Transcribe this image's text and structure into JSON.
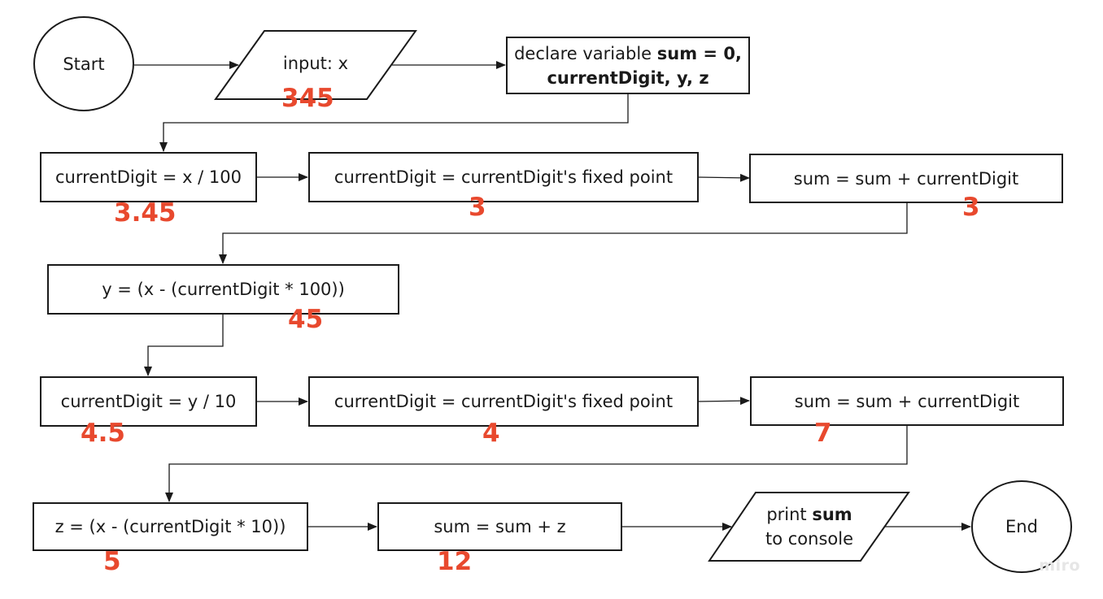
{
  "colors": {
    "stroke": "#1a1a1a",
    "annotation": "#e8492e",
    "watermark": "#e6e6e6"
  },
  "nodes": {
    "start": "Start",
    "input": "input: x",
    "declare_pre": "declare variable ",
    "declare_bold1": "sum = 0,",
    "declare_bold2": "currentDigit, y, z",
    "step1": "currentDigit = x / 100",
    "step2": "currentDigit = currentDigit's fixed point",
    "step3": "sum = sum + currentDigit",
    "step4": "y = (x - (currentDigit * 100))",
    "step5": "currentDigit = y / 10",
    "step6": "currentDigit = currentDigit's fixed point",
    "step7": "sum = sum + currentDigit",
    "step8": "z = (x - (currentDigit * 10))",
    "step9": "sum = sum + z",
    "print_pre": "print ",
    "print_bold": "sum",
    "print_post": "to console",
    "end": "End"
  },
  "annotations": {
    "input_value": "345",
    "step1_value": "3.45",
    "step2_value": "3",
    "step3_value": "3",
    "step4_value": "45",
    "step5_value": "4.5",
    "step6_value": "4",
    "step7_value": "7",
    "step8_value": "5",
    "step9_value": "12"
  },
  "watermark": "miro"
}
